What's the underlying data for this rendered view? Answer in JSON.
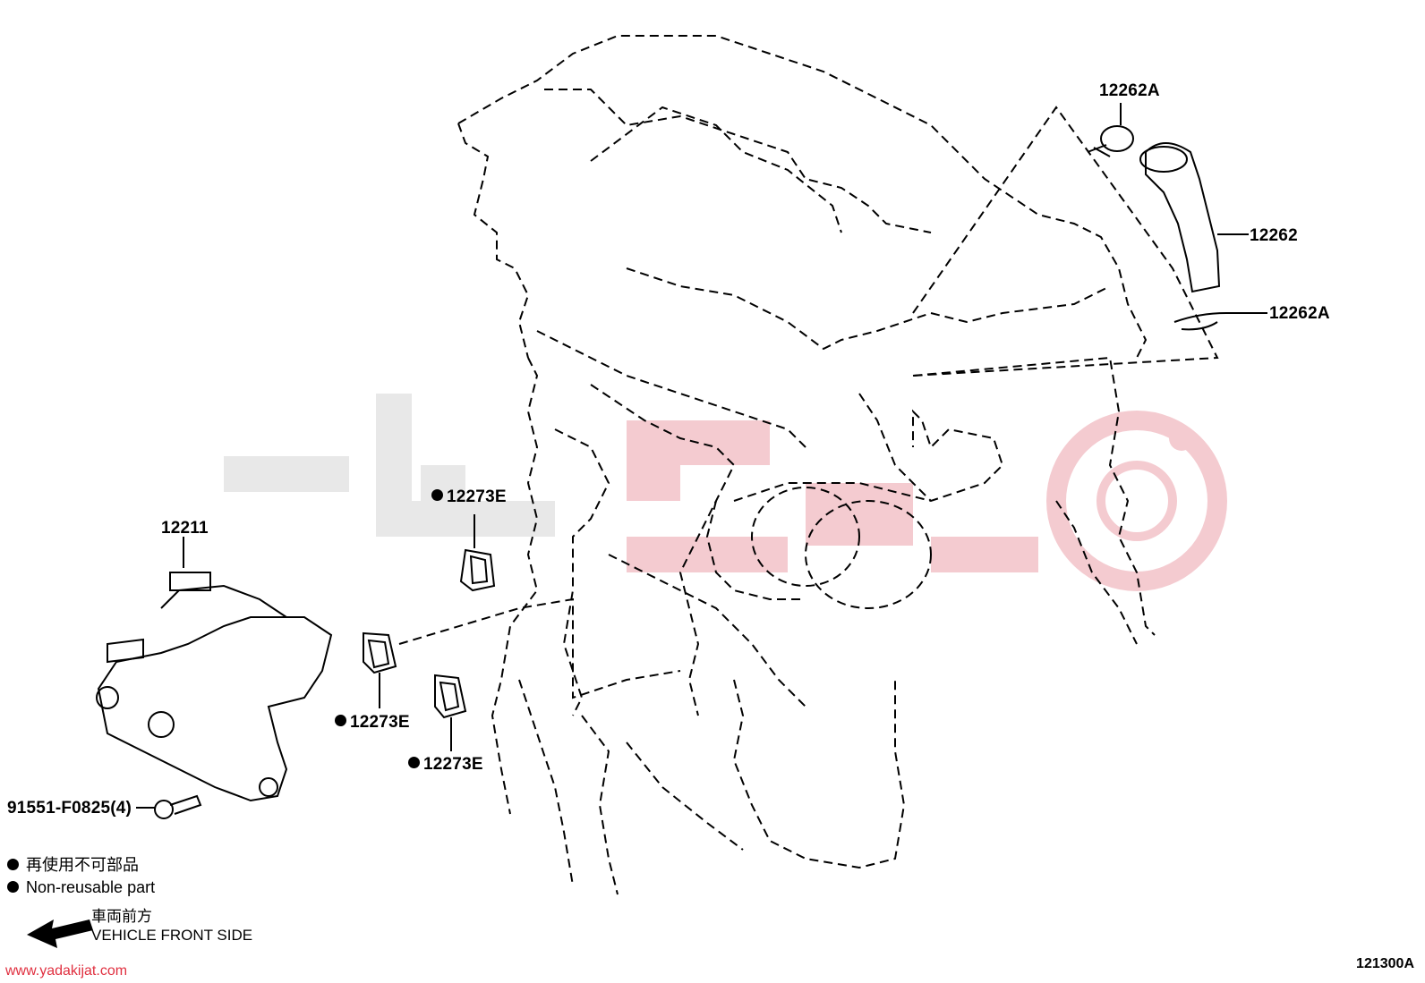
{
  "callouts": {
    "throttle_body": "12211",
    "hose_clamp_top": "12262A",
    "ventilation_hose": "12262",
    "hose_clamp_bottom": "12262A",
    "gasket_upper": "12273E",
    "gasket_left": "12273E",
    "gasket_lower": "12273E",
    "bolt": "91551-F0825(4)"
  },
  "legend": {
    "non_reusable_jp": "再使用不可部品",
    "non_reusable_en": "Non-reusable part"
  },
  "direction": {
    "label_jp": "車両前方",
    "label_en": "VEHICLE FRONT SIDE"
  },
  "diagram_code": "121300A",
  "watermark_url": "www.yadakijat.com",
  "colors": {
    "line": "#000000",
    "watermark_gray": "#e6e6e6",
    "watermark_red": "#f3c6cc",
    "watermark_text": "#e03040"
  },
  "icons": [
    "filled-dot-icon",
    "front-arrow-icon",
    "watermark-logo-icon"
  ]
}
